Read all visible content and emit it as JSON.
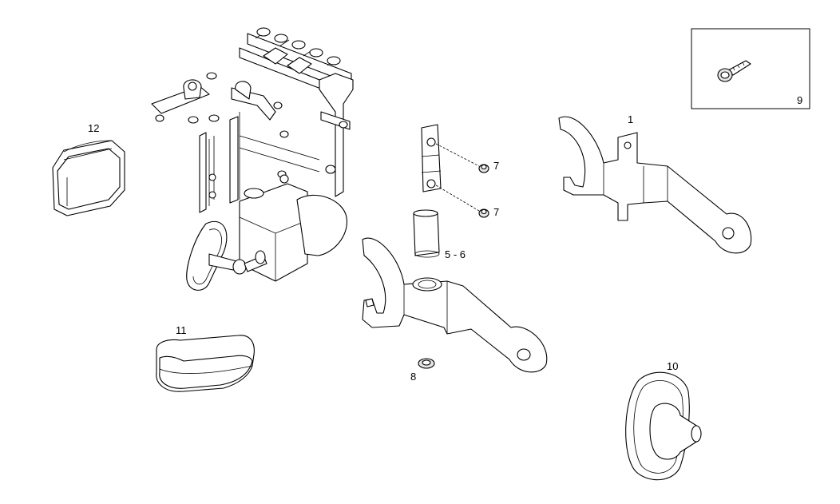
{
  "diagram": {
    "callouts": {
      "part_1": "1",
      "part_5_6": "5 - 6",
      "part_7_upper": "7",
      "part_7_lower": "7",
      "part_8": "8",
      "part_9": "9",
      "part_10": "10",
      "part_11": "11",
      "part_12": "12"
    }
  }
}
